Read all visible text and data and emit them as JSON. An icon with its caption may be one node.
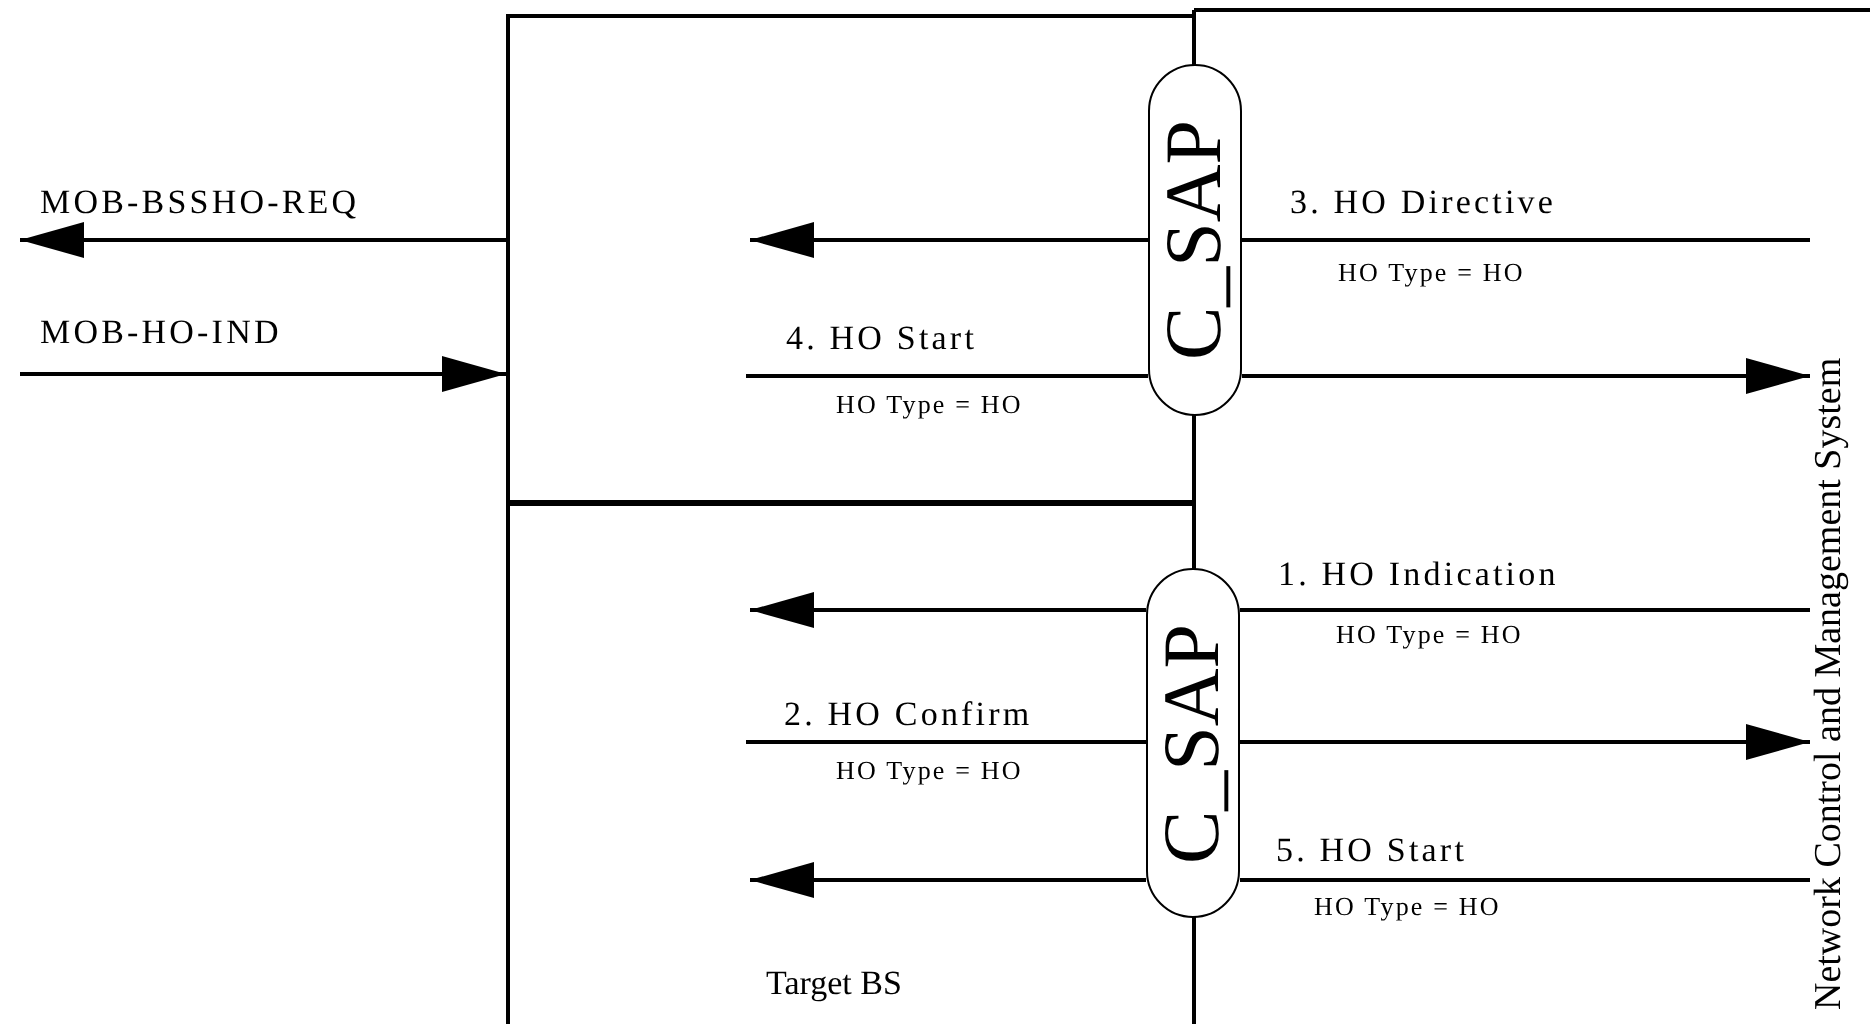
{
  "diagram": {
    "nodes": [
      {
        "text": [],
        "shape": "box"
      },
      {
        "text": [
          "Target BS"
        ]
      },
      {
        "text": [
          "C_SAP"
        ]
      },
      {
        "text": [
          "C_SAP"
        ]
      },
      {
        "text": [
          "Network Control and Management System"
        ]
      }
    ],
    "edges": [
      {
        "from": 0,
        "to": null,
        "arrow": "to",
        "label": "MOB-BSSHO-REQ"
      },
      {
        "from": null,
        "to": 0,
        "arrow": "to",
        "label": "MOB-HO-IND"
      },
      {
        "from": 4,
        "to": 2,
        "arrow": "none",
        "label": "3. HO Directive"
      },
      {
        "from": 2,
        "to": 0,
        "arrow": "to"
      },
      {
        "from": 0,
        "to": 2,
        "arrow": "none",
        "label": "4. HO Start"
      },
      {
        "from": 2,
        "to": 4,
        "arrow": "to"
      },
      {
        "from": 4,
        "to": 3,
        "arrow": "none",
        "label": "1. HO Indication"
      },
      {
        "from": 3,
        "to": 1,
        "arrow": "to"
      },
      {
        "from": 1,
        "to": 3,
        "arrow": "none",
        "label": "2. HO Confirm"
      },
      {
        "from": 3,
        "to": 4,
        "arrow": "to"
      },
      {
        "from": 4,
        "to": 3,
        "arrow": "none",
        "label": "5. HO Start"
      },
      {
        "from": 3,
        "to": 1,
        "arrow": "to"
      }
    ],
    "labels": [
      "HO Type = HO",
      "HO Type = HO",
      "HO Type = HO",
      "HO Type = HO",
      "HO Type = HO"
    ]
  }
}
